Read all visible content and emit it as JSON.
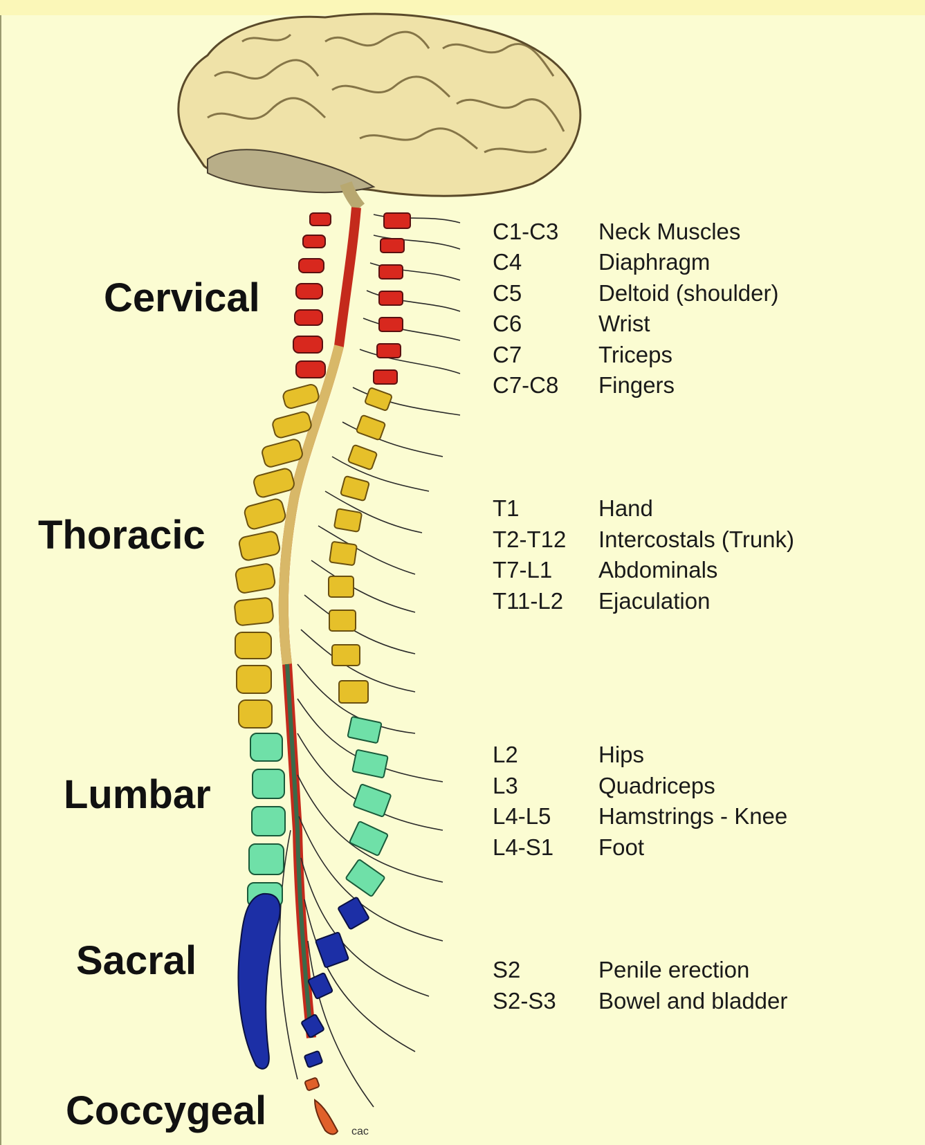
{
  "regions": {
    "cervical": "Cervical",
    "thoracic": "Thoracic",
    "lumbar": "Lumbar",
    "sacral": "Sacral",
    "coccygeal": "Coccygeal"
  },
  "cervical_rows": [
    {
      "level": "C1-C3",
      "function": "Neck Muscles"
    },
    {
      "level": "C4",
      "function": "Diaphragm"
    },
    {
      "level": "C5",
      "function": "Deltoid (shoulder)"
    },
    {
      "level": "C6",
      "function": "Wrist"
    },
    {
      "level": "C7",
      "function": "Triceps"
    },
    {
      "level": "C7-C8",
      "function": "Fingers"
    }
  ],
  "thoracic_rows": [
    {
      "level": "T1",
      "function": "Hand"
    },
    {
      "level": "T2-T12",
      "function": "Intercostals (Trunk)"
    },
    {
      "level": "T7-L1",
      "function": "Abdominals"
    },
    {
      "level": "T11-L2",
      "function": "Ejaculation"
    }
  ],
  "lumbar_rows": [
    {
      "level": "L2",
      "function": "Hips"
    },
    {
      "level": "L3",
      "function": "Quadriceps"
    },
    {
      "level": "L4-L5",
      "function": "Hamstrings - Knee"
    },
    {
      "level": "L4-S1",
      "function": "Foot"
    }
  ],
  "sacral_rows": [
    {
      "level": "S2",
      "function": "Penile erection"
    },
    {
      "level": "S2-S3",
      "function": "Bowel and bladder"
    }
  ],
  "credit": "cac",
  "colors": {
    "background": "#fbfcd2",
    "cervical": "#d8281e",
    "thoracic": "#e6c02a",
    "lumbar": "#6fe0a8",
    "sacral": "#1c2fa6",
    "coccygeal": "#e0602a",
    "brain": "#efe2a8"
  }
}
